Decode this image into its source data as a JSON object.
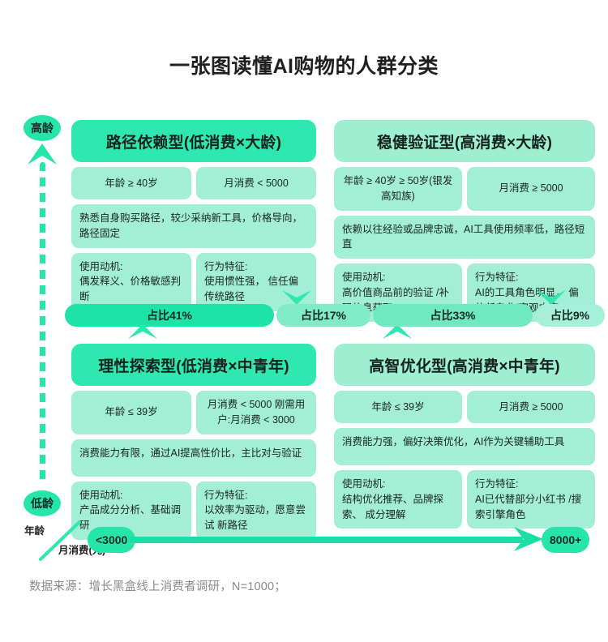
{
  "title": "一张图读懂AI购物的人群分类",
  "axis": {
    "y_top_label": "高龄",
    "y_bottom_label": "低龄",
    "x_label_age": "年龄",
    "x_label_spend": "月消费(元)",
    "x_min": "<3000",
    "x_max": "8000+"
  },
  "colors": {
    "accent_strong": "#2FE8B0",
    "accent_mid": "#25E6A8",
    "accent_soft": "#9EEFD2",
    "cell_bg": "#A3EFD6",
    "text": "#1a1a1a",
    "footer_text": "#8a8a8a"
  },
  "quadrants": [
    {
      "id": "path-dependent",
      "header": "路径依赖型(低消费×大龄)",
      "age": "年龄 ≥ 40岁",
      "spend": "月消费 < 5000",
      "description": "熟悉自身购买路径，较少采纳新工具，价格导向，路径固定",
      "motive_title": "使用动机:",
      "motive_body": "偶发释义、价格敏感判断",
      "behavior_title": "行为特征:",
      "behavior_body": "使用惯性强，\n信任偏传统路径"
    },
    {
      "id": "steady-verification",
      "header": "稳健验证型(高消费×大龄)",
      "age": "年龄 ≥ 40岁\n≥ 50岁(银发高知族)",
      "spend": "月消费 ≥ 5000",
      "description": "依赖以往经验或品牌忠诚，AI工具使用频率低，路径短直",
      "motive_title": "使用动机:",
      "motive_body": "高价值商品前的验证\n/补强信息获取",
      "behavior_title": "行为特征:",
      "behavior_body": "AI的工具角色明显，\n偏信任专业/客观内容"
    },
    {
      "id": "rational-exploration",
      "header": "理性探索型(低消费×中青年)",
      "age": "年龄 ≤ 39岁",
      "spend": "月消费 < 5000\n刚需用户:月消费 < 3000",
      "description": "消费能力有限，通过AI提高性价比，主比对与验证",
      "motive_title": "使用动机:",
      "motive_body": "产品成分分析、基础调研",
      "behavior_title": "行为特征:",
      "behavior_body": "以效率为驱动，愿意尝试\n新路径"
    },
    {
      "id": "smart-optimization",
      "header": "高智优化型(高消费×中青年)",
      "age": "年龄 ≤ 39岁",
      "spend": "月消费 ≥ 5000",
      "description": "消费能力强，偏好决策优化，AI作为关键辅助工具",
      "motive_title": "使用动机:",
      "motive_body": "结构优化推荐、品牌探索、\n成分理解",
      "behavior_title": "行为特征:",
      "behavior_body": "AI已代替部分小红书\n/搜索引擎角色"
    }
  ],
  "share_bar": [
    {
      "id": "share-41",
      "label": "占比41%",
      "value": 41
    },
    {
      "id": "share-17",
      "label": "占比17%",
      "value": 17
    },
    {
      "id": "share-33",
      "label": "占比33%",
      "value": 33
    },
    {
      "id": "share-9",
      "label": "占比9%",
      "value": 9
    }
  ],
  "chart_data": {
    "type": "bar",
    "title": "一张图读懂AI购物的人群分类",
    "categories": [
      "路径依赖型(低消费×大龄)",
      "理性探索型(低消费×中青年)",
      "稳健验证型(高消费×大龄)",
      "高智优化型(高消费×中青年)"
    ],
    "series": [
      {
        "name": "占比",
        "values": [
          17,
          41,
          9,
          33
        ]
      }
    ],
    "value_labels": [
      "占比17%",
      "占比41%",
      "占比9%",
      "占比33%"
    ],
    "xlabel": "月消费(元)",
    "ylabel": "年龄",
    "xlim": [
      "<3000",
      "8000+"
    ],
    "ylim": [
      "低龄",
      "高龄"
    ],
    "grid": false,
    "legend": "none",
    "annotation": "数据来源：增长黑盒线上消费者调研，N=1000；"
  },
  "footer": "数据来源：增长黑盒线上消费者调研，N=1000；"
}
